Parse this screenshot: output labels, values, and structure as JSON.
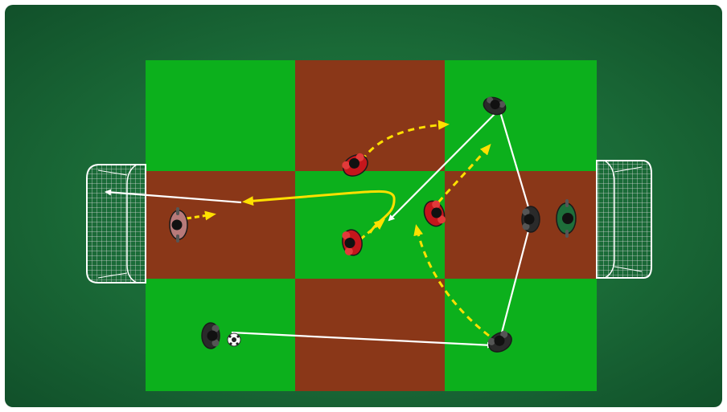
{
  "colors": {
    "surround": "#1d713c",
    "cell_green": "#0cb01c",
    "cell_brown": "#8a3718",
    "pass_line": "#ffffff",
    "dribble_line": "#ffe000",
    "run_line": "#ffe000",
    "team_red": "#c4161c",
    "team_dark": "#2a2a2a",
    "goalkeeper_green": "#1e6e3a",
    "goalkeeper_pink": "#b87a7a",
    "net": "#ffffff",
    "ball": "#ffffff"
  },
  "grid": {
    "rows": 3,
    "cols": 3,
    "pattern": [
      [
        "green",
        "brown",
        "green"
      ],
      [
        "brown",
        "green",
        "brown"
      ],
      [
        "green",
        "brown",
        "green"
      ]
    ]
  },
  "goals": [
    {
      "side": "left",
      "icon": "goal-net-icon"
    },
    {
      "side": "right",
      "icon": "goal-net-icon"
    }
  ],
  "players": [
    {
      "id": "attacker-top-right",
      "team": "attack",
      "icon": "player-icon"
    },
    {
      "id": "attacker-right",
      "team": "attack",
      "icon": "player-icon"
    },
    {
      "id": "attacker-bottom-right",
      "team": "attack",
      "icon": "player-icon"
    },
    {
      "id": "attacker-bottom-left-with-ball",
      "team": "attack",
      "icon": "player-icon"
    },
    {
      "id": "defender-red-1",
      "team": "red",
      "icon": "player-icon"
    },
    {
      "id": "defender-red-2",
      "team": "red",
      "icon": "player-icon"
    },
    {
      "id": "defender-red-3",
      "team": "red",
      "icon": "player-icon"
    },
    {
      "id": "goalkeeper-left",
      "team": "goalkeeper",
      "icon": "goalkeeper-icon"
    },
    {
      "id": "goalkeeper-right",
      "team": "goalkeeper",
      "icon": "goalkeeper-icon"
    }
  ],
  "ball": {
    "icon": "soccer-ball-icon"
  },
  "arrows": [
    {
      "kind": "pass",
      "from": "attacker-bottom-left-with-ball",
      "to": "attacker-bottom-right"
    },
    {
      "kind": "pass",
      "from": "attacker-bottom-right",
      "to": "attacker-right"
    },
    {
      "kind": "pass",
      "from": "attacker-right",
      "to": "attacker-top-right"
    },
    {
      "kind": "pass",
      "from": "attacker-top-right",
      "to": "centre"
    },
    {
      "kind": "dribble",
      "from": "centre",
      "to": "left-zone"
    },
    {
      "kind": "shot",
      "from": "left-zone",
      "to": "left-goal"
    },
    {
      "kind": "run",
      "from": "defender-red-1",
      "to": "top-centre"
    },
    {
      "kind": "run",
      "from": "defender-red-2",
      "to": "right-top"
    },
    {
      "kind": "run",
      "from": "attacker-bottom-right",
      "to": "defender-red-2"
    },
    {
      "kind": "run",
      "from": "defender-red-3",
      "to": "centre"
    },
    {
      "kind": "run",
      "from": "goalkeeper-left",
      "to": "left-zone"
    }
  ]
}
